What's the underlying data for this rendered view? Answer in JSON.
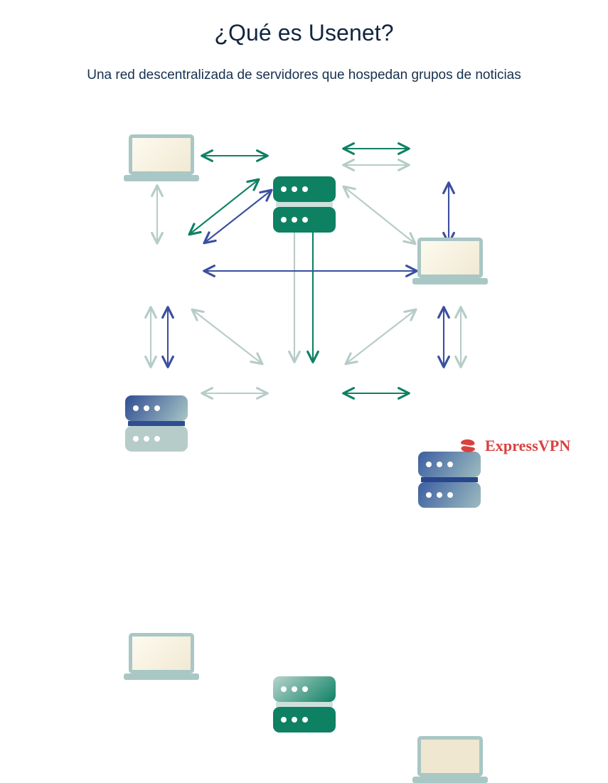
{
  "header": {
    "title": "¿Qué es Usenet?",
    "subtitle": "Una red descentralizada de servidores que hospedan grupos de noticias"
  },
  "colors": {
    "title_text": "#12263f",
    "subtitle_text": "#16314e",
    "green": "#0e8163",
    "blue": "#3b4fa0",
    "light_teal": "#b6ccc8",
    "laptop_frame": "#a9c7c4",
    "laptop_screen": "#efe7cf",
    "brand_red": "#d9413f",
    "background": "#ffffff"
  },
  "diagram": {
    "type": "network-topology",
    "description": "Red descentralizada: 4 portátiles y 4 servidores conectados entre sí con flechas bidireccionales",
    "nodes": [
      {
        "id": "laptop-top-left",
        "kind": "laptop",
        "position": "top-left",
        "screen": "gradient"
      },
      {
        "id": "server-top-center",
        "kind": "server",
        "position": "top-center",
        "top_fill": "green",
        "bottom_fill": "green"
      },
      {
        "id": "laptop-top-right",
        "kind": "laptop",
        "position": "top-right",
        "screen": "gradient"
      },
      {
        "id": "server-middle-left",
        "kind": "server",
        "position": "middle-left",
        "top_fill": "blue-gradient",
        "bottom_fill": "light-teal"
      },
      {
        "id": "server-middle-right",
        "kind": "server",
        "position": "middle-right",
        "top_fill": "blue-gradient",
        "bottom_fill": "blue-gradient"
      },
      {
        "id": "laptop-bottom-left",
        "kind": "laptop",
        "position": "bottom-left",
        "screen": "gradient"
      },
      {
        "id": "server-bottom-center",
        "kind": "server",
        "position": "bottom-center",
        "top_fill": "teal-green-gradient",
        "bottom_fill": "green"
      },
      {
        "id": "laptop-bottom-right",
        "kind": "laptop",
        "position": "bottom-right",
        "screen": "plain"
      }
    ],
    "connections": [
      {
        "from": "laptop-top-left",
        "to": "server-top-center",
        "color": "green",
        "style": "double-arrow"
      },
      {
        "from": "server-top-center",
        "to": "laptop-top-right",
        "color": "green",
        "style": "double-arrow"
      },
      {
        "from": "server-top-center",
        "to": "laptop-top-right",
        "color": "light-teal",
        "style": "double-arrow"
      },
      {
        "from": "laptop-top-left",
        "to": "server-middle-left",
        "color": "light-teal",
        "style": "double-arrow"
      },
      {
        "from": "server-top-center",
        "to": "server-middle-left",
        "color": "green",
        "style": "double-arrow"
      },
      {
        "from": "server-top-center",
        "to": "server-middle-left",
        "color": "blue",
        "style": "double-arrow"
      },
      {
        "from": "server-top-center",
        "to": "server-middle-right",
        "color": "light-teal",
        "style": "double-arrow"
      },
      {
        "from": "laptop-top-right",
        "to": "server-middle-right",
        "color": "blue",
        "style": "double-arrow"
      },
      {
        "from": "server-middle-left",
        "to": "server-middle-right",
        "color": "blue",
        "style": "double-arrow"
      },
      {
        "from": "server-top-center",
        "to": "server-bottom-center",
        "color": "light-teal",
        "style": "double-arrow"
      },
      {
        "from": "server-top-center",
        "to": "server-bottom-center",
        "color": "green",
        "style": "double-arrow"
      },
      {
        "from": "server-middle-left",
        "to": "laptop-bottom-left",
        "color": "light-teal",
        "style": "double-arrow"
      },
      {
        "from": "server-middle-left",
        "to": "laptop-bottom-left",
        "color": "blue",
        "style": "double-arrow"
      },
      {
        "from": "server-middle-left",
        "to": "server-bottom-center",
        "color": "light-teal",
        "style": "double-arrow"
      },
      {
        "from": "server-middle-right",
        "to": "server-bottom-center",
        "color": "light-teal",
        "style": "double-arrow"
      },
      {
        "from": "server-middle-right",
        "to": "laptop-bottom-right",
        "color": "blue",
        "style": "double-arrow"
      },
      {
        "from": "server-middle-right",
        "to": "laptop-bottom-right",
        "color": "light-teal",
        "style": "double-arrow"
      },
      {
        "from": "laptop-bottom-left",
        "to": "server-bottom-center",
        "color": "light-teal",
        "style": "double-arrow"
      },
      {
        "from": "server-bottom-center",
        "to": "laptop-bottom-right",
        "color": "green",
        "style": "double-arrow"
      }
    ]
  },
  "branding": {
    "name": "ExpressVPN",
    "logo_icon": "expressvpn-logo-icon"
  }
}
